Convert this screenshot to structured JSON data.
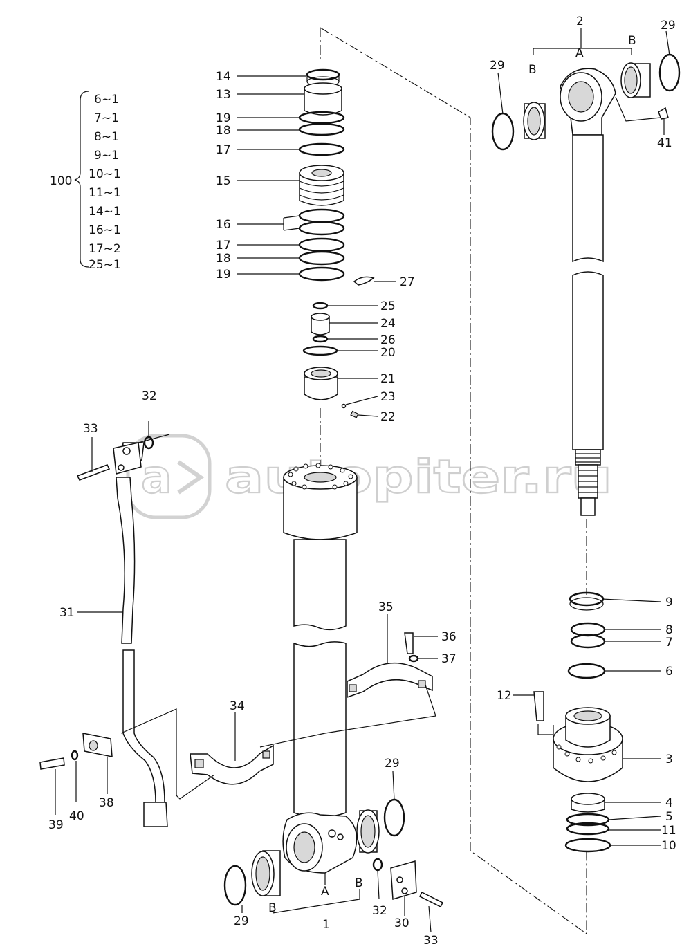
{
  "watermark": {
    "text": "autopiter.ru",
    "icon": "a-arrow-logo-icon"
  },
  "group_bracket": {
    "kit_number": "100",
    "items": [
      "6~1",
      "7~1",
      "8~1",
      "9~1",
      "10~1",
      "11~1",
      "14~1",
      "16~1",
      "17~2",
      "25~1"
    ]
  },
  "part_labels": {
    "p1": "1",
    "p2": "2",
    "p3": "3",
    "p4": "4",
    "p5": "5",
    "p6": "6",
    "p7": "7",
    "p8": "8",
    "p9": "9",
    "p10": "10",
    "p11": "11",
    "p12": "12",
    "p13": "13",
    "p14": "14",
    "p15": "15",
    "p16": "16",
    "p17a": "17",
    "p17b": "17",
    "p18a": "18",
    "p18b": "18",
    "p19a": "19",
    "p19b": "19",
    "p20": "20",
    "p21": "21",
    "p22": "22",
    "p23": "23",
    "p24": "24",
    "p25": "25",
    "p26": "26",
    "p27": "27",
    "p29a": "29",
    "p29b": "29",
    "p29c": "29",
    "p29d": "29",
    "p30": "30",
    "p31": "31",
    "p32a": "32",
    "p32b": "32",
    "p33a": "33",
    "p33b": "33",
    "p34": "34",
    "p35": "35",
    "p36": "36",
    "p37": "37",
    "p38": "38",
    "p39": "39",
    "p40": "40",
    "p41": "41"
  },
  "letters": {
    "top_a": "A",
    "top_b1": "B",
    "top_b2": "B",
    "bot_a": "A",
    "bot_b1": "B",
    "bot_b2": "B"
  }
}
